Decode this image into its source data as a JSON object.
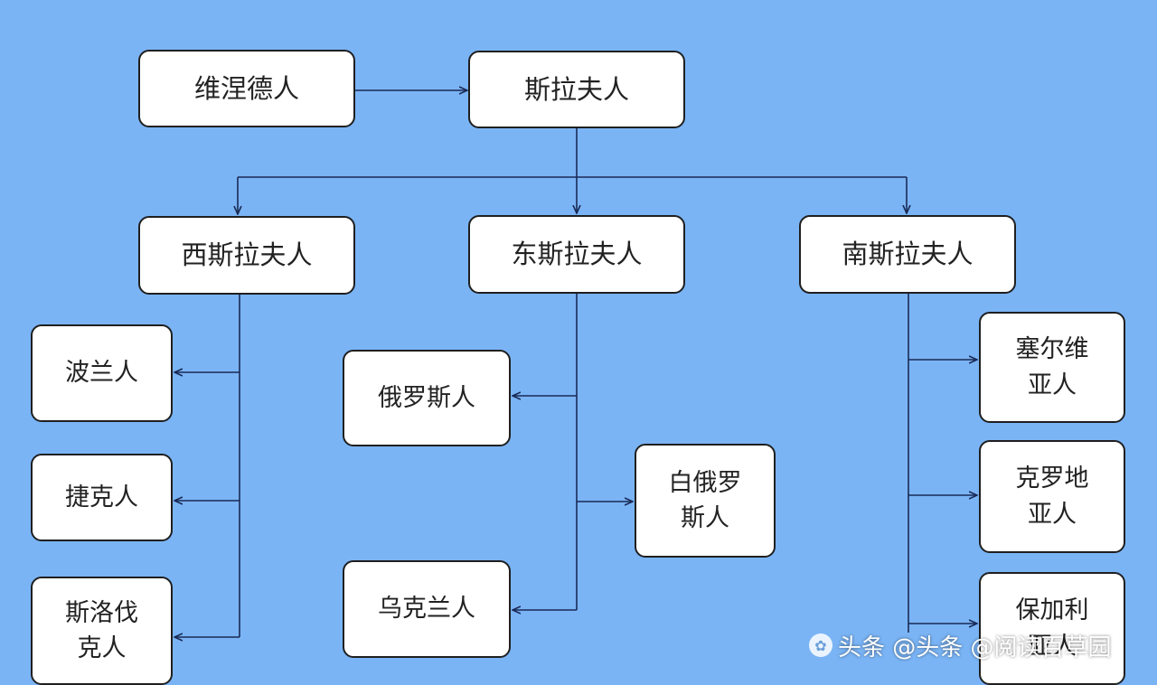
{
  "diagram": {
    "nodes": {
      "wends": "维涅德人",
      "slavs": "斯拉夫人",
      "west_slavs": "西斯拉夫人",
      "east_slavs": "东斯拉夫人",
      "south_slavs": "南斯拉夫人",
      "poles": "波兰人",
      "czechs": "捷克人",
      "slovaks": [
        "斯洛伐",
        "克人"
      ],
      "russians": "俄罗斯人",
      "belarusians": [
        "白俄罗",
        "斯人"
      ],
      "ukrainians": "乌克兰人",
      "serbs": [
        "塞尔维",
        "亚人"
      ],
      "croats": [
        "克罗地",
        "亚人"
      ],
      "bulgarians": [
        "保加利",
        "亚人"
      ]
    },
    "edges": [
      [
        "wends",
        "slavs"
      ],
      [
        "slavs",
        "west_slavs"
      ],
      [
        "slavs",
        "east_slavs"
      ],
      [
        "slavs",
        "south_slavs"
      ],
      [
        "west_slavs",
        "poles"
      ],
      [
        "west_slavs",
        "czechs"
      ],
      [
        "west_slavs",
        "slovaks"
      ],
      [
        "east_slavs",
        "russians"
      ],
      [
        "east_slavs",
        "belarusians"
      ],
      [
        "east_slavs",
        "ukrainians"
      ],
      [
        "south_slavs",
        "serbs"
      ],
      [
        "south_slavs",
        "croats"
      ],
      [
        "south_slavs",
        "bulgarians"
      ]
    ]
  },
  "watermark": {
    "text": "头条 @头条 @阅读百草园"
  },
  "colors": {
    "background": "#7ab4f5",
    "node_fill": "#ffffff",
    "line": "#1a2a55"
  }
}
